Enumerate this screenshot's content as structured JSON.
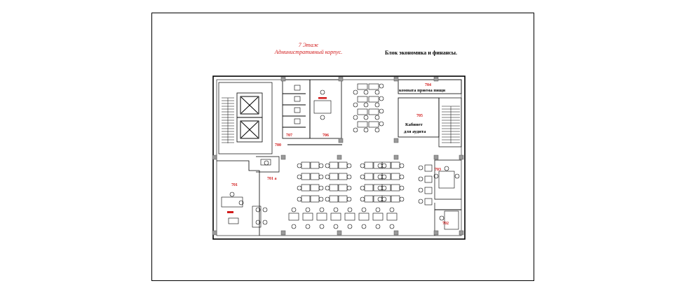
{
  "header": {
    "floor_line1": "7 Этаж",
    "floor_line2": "Административный корпус.",
    "block_title": "Блок экономика и финансы."
  },
  "rooms": {
    "r700": "700",
    "r701": "701",
    "r701a": "701 а",
    "r702": "702",
    "r703": "703",
    "r704": "704",
    "r704_name": "комната приема пищи",
    "r705": "705",
    "r705_name_1": "Кабинет",
    "r705_name_2": "для аудита",
    "r706": "706",
    "r707": "707"
  },
  "colors": {
    "room_number": "#d11a1a",
    "wall": "#000000",
    "column": "#9a9a9a",
    "background": "#ffffff"
  }
}
